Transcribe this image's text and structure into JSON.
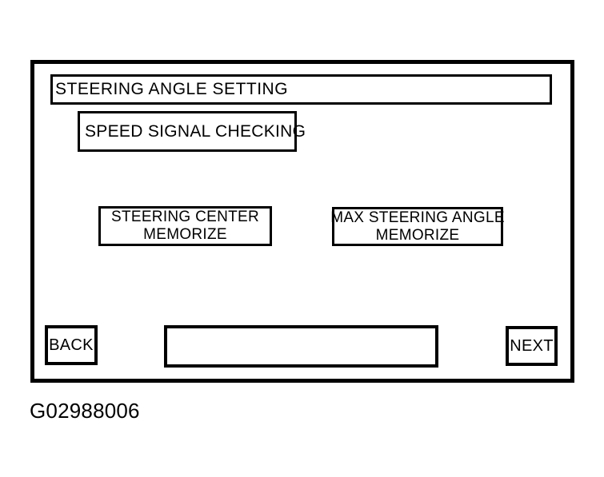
{
  "screen": {
    "title": "STEERING ANGLE SETTING",
    "speed_signal_button": "SPEED SIGNAL CHECKING",
    "steering_center_button": {
      "lines": [
        "STEERING CENTER",
        "MEMORIZE"
      ]
    },
    "max_steering_button": {
      "lines": [
        "MAX STEERING ANGLE",
        "MEMORIZE"
      ]
    },
    "back_button": "BACK",
    "next_button": "NEXT",
    "message_box": ""
  },
  "caption": "G02988006",
  "colors": {
    "ink": "#000000",
    "background": "#ffffff"
  }
}
